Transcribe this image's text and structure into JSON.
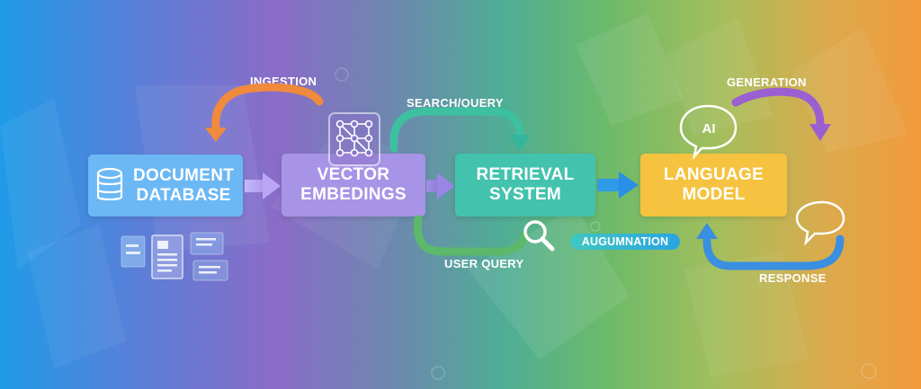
{
  "nodes": {
    "document_database": "DOCUMENT\nDATABASE",
    "vector_embeddings": "VECTOR\nEMBEDINGS",
    "retrieval_system": "RETRIEVAL\nSYSTEM",
    "language_model": "LANGUAGE\nMODEL"
  },
  "labels": {
    "ingestion": "INGESTION",
    "search_query": "SEARCH/QUERY",
    "user_query": "USER QUERY",
    "augmentation": "AUGUMNATION",
    "generation": "GENERATION",
    "response": "RESPONSE"
  },
  "ai_badge": "AI",
  "colors": {
    "document_database": "#6bb8f5",
    "vector_embeddings": "#a794e6",
    "retrieval_system": "#43c3ad",
    "language_model": "#f5c33f",
    "ingestion_arrow": "#f08a3c",
    "search_arrow": "#3cc0a0",
    "user_query_arrow": "#5cb86a",
    "generation_arrow": "#9a5fd0",
    "response_arrow": "#3a8fe0",
    "flow_arrow": "#2b8fe6"
  },
  "icons": [
    "database-icon",
    "document-icons",
    "network-grid-icon",
    "magnifier-icon",
    "ai-chat-bubble-icon",
    "speech-bubble-icon"
  ]
}
